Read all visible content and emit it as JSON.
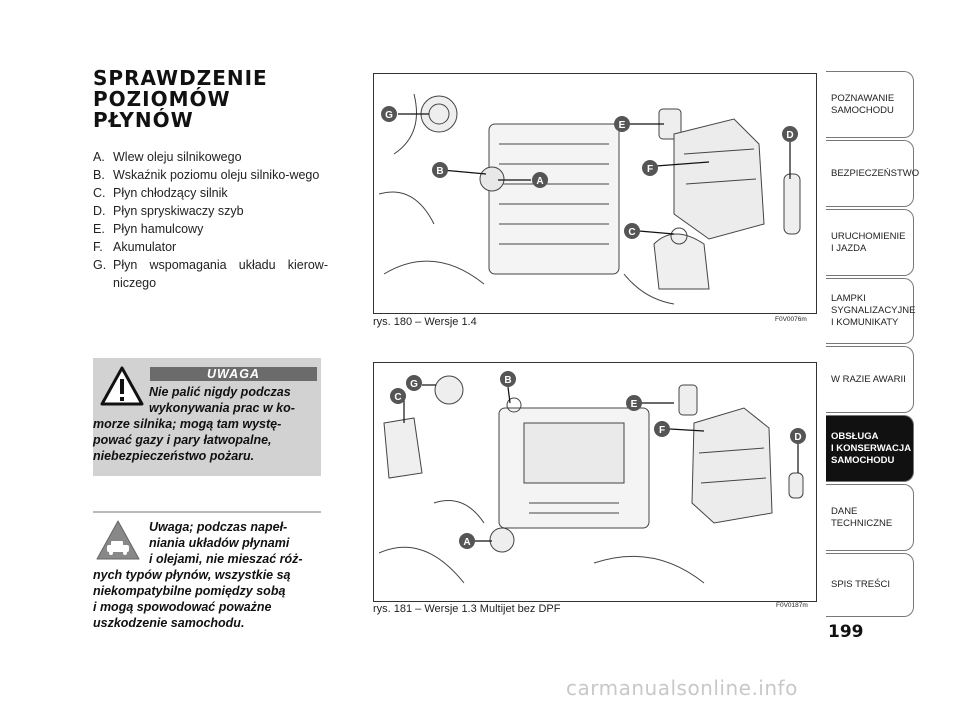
{
  "section": {
    "title_lines": [
      "SPRAWDZENIE",
      "POZIOMÓW",
      "PŁYNÓW"
    ]
  },
  "list": [
    {
      "key": "A.",
      "text": "Wlew oleju silnikowego"
    },
    {
      "key": "B.",
      "text": "Wskaźnik poziomu oleju silniko-wego"
    },
    {
      "key": "C.",
      "text": "Płyn chłodzący silnik"
    },
    {
      "key": "D.",
      "text": "Płyn spryskiwaczy szyb"
    },
    {
      "key": "E.",
      "text": "Płyn hamulcowy"
    },
    {
      "key": "F.",
      "text": "Akumulator"
    },
    {
      "key": "G.",
      "text": "Płyn wspomagania układu kierow-niczego"
    }
  ],
  "warning": {
    "heading": "UWAGA",
    "lines": [
      "Nie palić nigdy podczas",
      "wykonywania prac w ko-",
      "morze silnika; mogą tam wystę-",
      "pować gazy i pary łatwopalne,",
      "niebezpieczeństwo pożaru."
    ]
  },
  "note": {
    "lines": [
      "Uwaga; podczas napeł-",
      "niania układów płynami",
      "i olejami, nie mieszać róż-",
      "nych typów płynów, wszystkie są",
      "niekompatybilne pomiędzy sobą",
      "i mogą spowodować poważne",
      "uszkodzenie samochodu."
    ]
  },
  "figures": [
    {
      "caption": "rys. 180 – Wersje 1.4",
      "code": "F0V0076m",
      "markers": [
        "G",
        "E",
        "D",
        "B",
        "A",
        "F",
        "C"
      ]
    },
    {
      "caption": "rys. 181 – Wersje 1.3 Multijet bez DPF",
      "code": "F0V0187m",
      "markers": [
        "G",
        "B",
        "C",
        "E",
        "F",
        "D",
        "A"
      ]
    }
  ],
  "tabs": [
    {
      "label": "POZNAWANIE\nSAMOCHODU",
      "active": false
    },
    {
      "label": "BEZPIECZEŃSTWO",
      "active": false
    },
    {
      "label": "URUCHOMIENIE\nI JAZDA",
      "active": false
    },
    {
      "label": "LAMPKI\nSYGNALIZACYJNE\nI KOMUNIKATY",
      "active": false
    },
    {
      "label": "W RAZIE AWARII",
      "active": false
    },
    {
      "label": "OBSŁUGA\nI KONSERWACJA\nSAMOCHODU",
      "active": true
    },
    {
      "label": "DANE\nTECHNICZNE",
      "active": false
    },
    {
      "label": "SPIS TREŚCI",
      "active": false
    }
  ],
  "page_number": "199",
  "watermark": "carmanualsonline.info",
  "colors": {
    "marker": "#555555",
    "active_tab": "#111111",
    "warning_box": "#d2d2d2"
  }
}
